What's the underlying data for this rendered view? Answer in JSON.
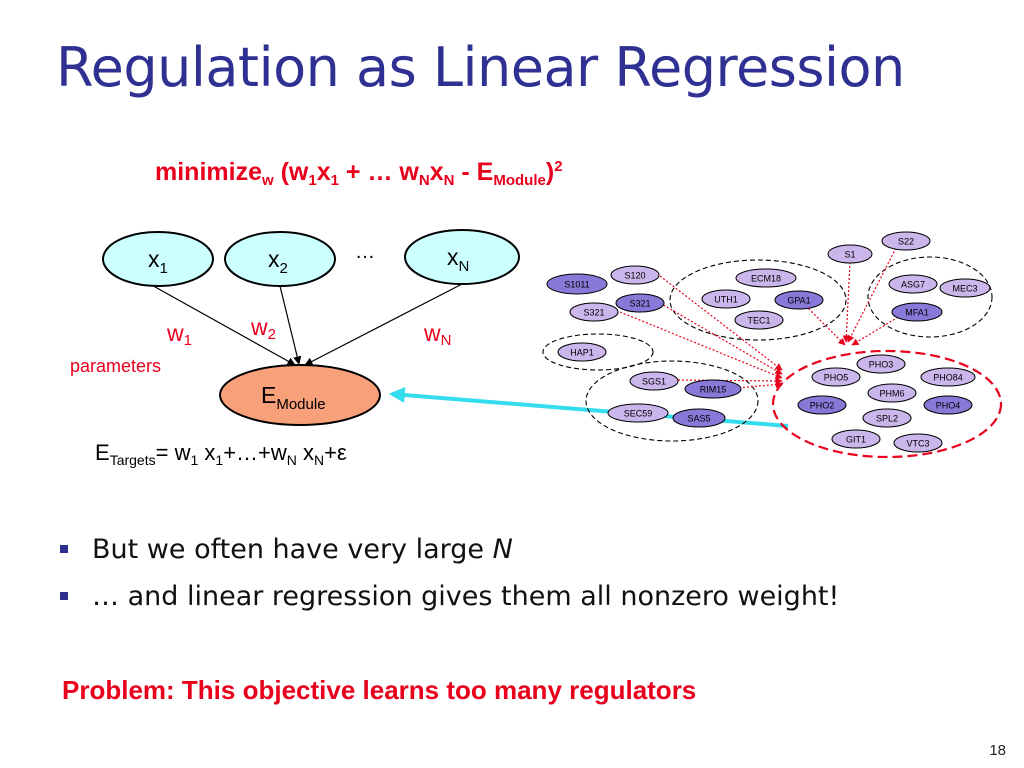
{
  "title": "Regulation as Linear Regression",
  "formula": {
    "min": "minimize",
    "min_sub": "w",
    "open": " (w",
    "w1_sub": "1",
    "x1": "x",
    "x1_sub": "1",
    "mid": " + … w",
    "wN_sub": "N",
    "xN": "x",
    "xN_sub": "N",
    "minus": " - E",
    "E_sub": "Module",
    "close": ")",
    "sup": "2"
  },
  "nodes": {
    "x1": {
      "base": "x",
      "sub": "1"
    },
    "x2": {
      "base": "x",
      "sub": "2"
    },
    "xN": {
      "base": "x",
      "sub": "N"
    },
    "dots": "…",
    "emodule": {
      "base": "E",
      "sub": "Module"
    }
  },
  "weights": {
    "w1": {
      "base": "w",
      "sub": "1"
    },
    "w2": {
      "base": "w",
      "sub": "2"
    },
    "wN": {
      "base": "w",
      "sub": "N"
    }
  },
  "parameters_label": "parameters",
  "equation": {
    "e": "E",
    "e_sub": "Targets",
    "p1": "= w",
    "w1_sub": "1",
    "p2": " x",
    "x1_sub": "1",
    "p3": "+…+w",
    "wN_sub": "N",
    "p4": " x",
    "xN_sub": "N",
    "p5": "+ε"
  },
  "bullets": [
    {
      "text": "But we often have very large ",
      "em": "N"
    },
    {
      "text": "… and linear regression gives them all nonzero weight!"
    }
  ],
  "problem": "Problem: This objective learns too many regulators",
  "page_number": "18",
  "network": {
    "genes": {
      "S22": "S22",
      "S1": "S1",
      "S1011": "S1011",
      "S120": "S120",
      "S321a": "S321",
      "S321b": "S321",
      "ECM18": "ECM18",
      "UTH1": "UTH1",
      "GPA1": "GPA1",
      "TEC1": "TEC1",
      "ASG7": "ASG7",
      "MEC3": "MEC3",
      "MFA1": "MFA1",
      "HAP1": "HAP1",
      "SGS1": "SGS1",
      "RIM15": "RIM15",
      "SEC59": "SEC59",
      "SAS5": "SAS5",
      "PHO3": "PHO3",
      "PHO5": "PHO5",
      "PHO84": "PHO84",
      "PHM6": "PHM6",
      "PHO2": "PHO2",
      "PHO4": "PHO4",
      "SPL2": "SPL2",
      "GIT1": "GIT1",
      "VTC3": "VTC3"
    }
  },
  "colors": {
    "title": "#2e3192",
    "accent_red": "#e8001c",
    "x_node_fill": "#ccffff",
    "emodule_fill": "#f7a07a",
    "arrow_cyan": "#33ddee",
    "gene_light": "#cbb6ec",
    "gene_dark": "#8878d8"
  }
}
